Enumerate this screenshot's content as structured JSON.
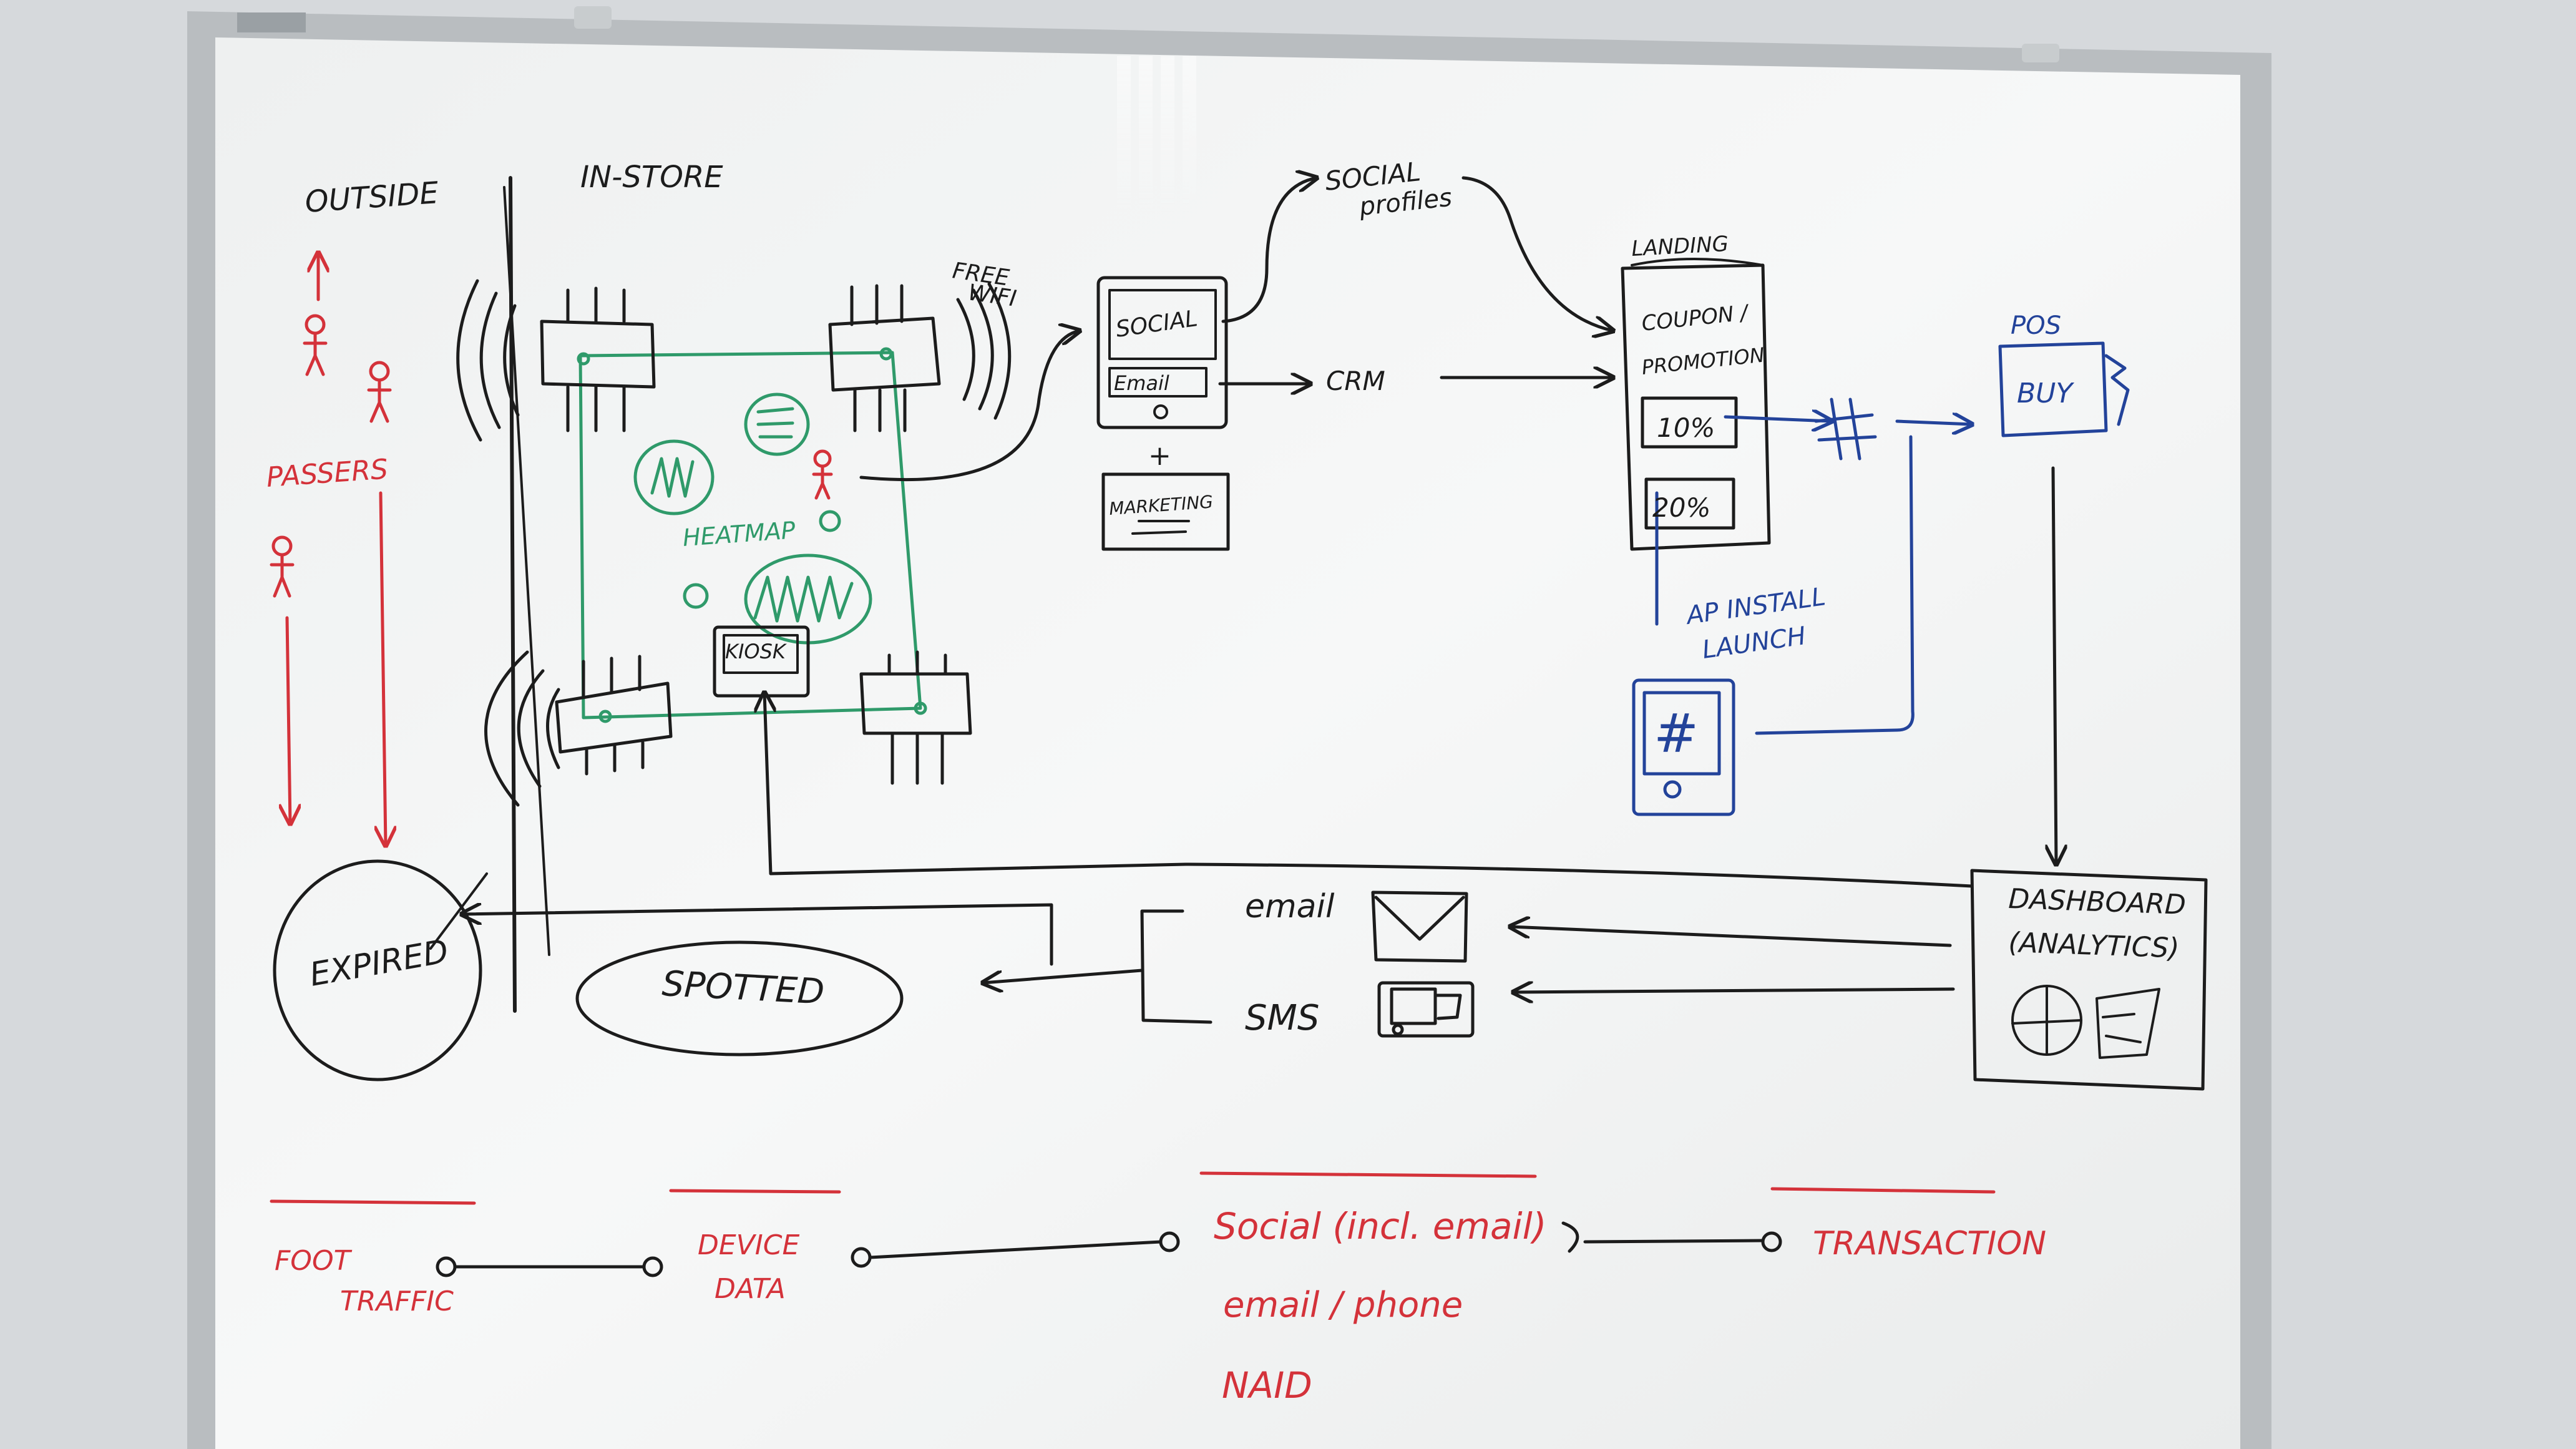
{
  "colors": {
    "black_ink": "#1c1c1c",
    "red_ink": "#d4323a",
    "green_ink": "#2f9a6a",
    "blue_ink": "#23439a",
    "board": "#f3f4f4",
    "wall": "#d6d9dc",
    "frame": "#b9bdc0"
  },
  "labels": {
    "outside": "OUTSIDE",
    "in_store": "IN-STORE",
    "passers": "PASSERS",
    "free_wifi_1": "FREE",
    "free_wifi_2": "WIFI",
    "heatmap": "HEATMAP",
    "kiosk": "KIOSK",
    "social_profiles_1": "SOCIAL",
    "social_profiles_2": "profiles",
    "phone_social": "SOCIAL",
    "phone_email": "Email",
    "plus": "+",
    "marketing": "MARKETING",
    "crm": "CRM",
    "landing": "LANDING",
    "coupon_1": "COUPON /",
    "coupon_2": "PROMOTION",
    "offer_10": "10%",
    "offer_20": "20%",
    "app_install_1": "AP INSTALL",
    "app_install_2": "LAUNCH",
    "hash": "#",
    "pos": "POS",
    "buy": "BUY",
    "dashboard_1": "DASHBOARD",
    "dashboard_2": "(ANALYTICS)",
    "email": "email",
    "sms": "SMS",
    "expired": "EXPIRED",
    "spotted": "SPOTTED"
  },
  "timeline": [
    {
      "line1": "FOOT",
      "line2": "TRAFFIC"
    },
    {
      "line1": "DEVICE",
      "line2": "DATA"
    },
    {
      "line1": "Social (incl. email)",
      "line2": "email / phone",
      "line3": "NAID"
    },
    {
      "line1": "TRANSACTION"
    }
  ]
}
